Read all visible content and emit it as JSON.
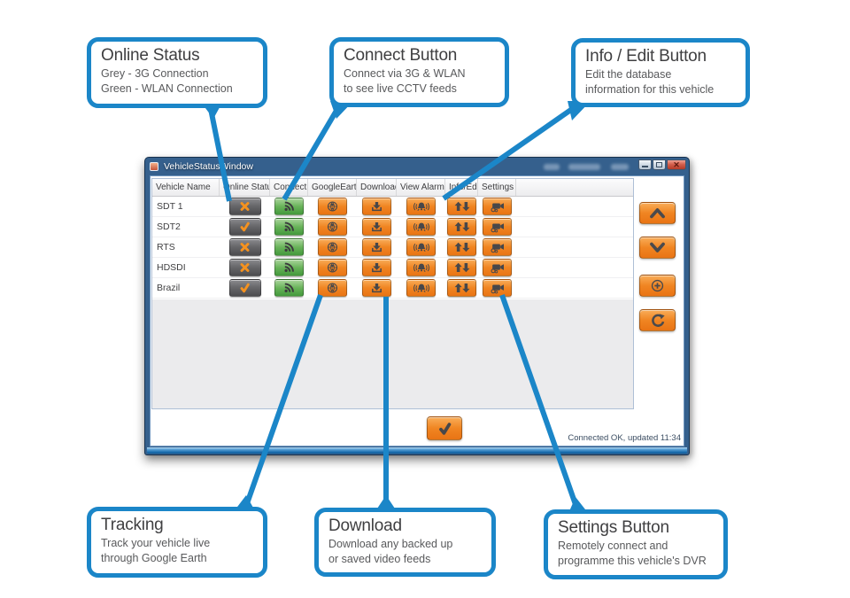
{
  "callouts": {
    "online_status": {
      "title": "Online Status",
      "line1": "Grey - 3G Connection",
      "line2": "Green - WLAN Connection"
    },
    "connect": {
      "title": "Connect Button",
      "line1": "Connect via 3G & WLAN",
      "line2": "to see live CCTV feeds"
    },
    "info_edit": {
      "title": "Info / Edit Button",
      "line1": "Edit the database",
      "line2": "information for this vehicle"
    },
    "tracking": {
      "title": "Tracking",
      "line1": "Track your vehicle live",
      "line2": "through Google Earth"
    },
    "download": {
      "title": "Download",
      "line1": "Download any backed up",
      "line2": "or saved video feeds"
    },
    "settings": {
      "title": "Settings Button",
      "line1": "Remotely connect and",
      "line2": "programme this vehicle's DVR"
    }
  },
  "window": {
    "title": "VehicleStatusWindow",
    "status_bar": "Connected OK, updated 11:34"
  },
  "table": {
    "columns": [
      {
        "label": "Vehicle Name",
        "button": null,
        "icon": null
      },
      {
        "label": "Online Status",
        "button": "online-status-button",
        "icon": "status"
      },
      {
        "label": "Connect",
        "button": "connect-button",
        "icon": "rss-icon"
      },
      {
        "label": "GoogleEarth",
        "button": "google-earth-button",
        "icon": "globe-icon"
      },
      {
        "label": "Download",
        "button": "download-button",
        "icon": "download-icon"
      },
      {
        "label": "View Alarms",
        "button": "view-alarms-button",
        "icon": "alarm-bell-icon"
      },
      {
        "label": "Info/Edit",
        "button": "info-edit-button",
        "icon": "up-down-arrows-icon"
      },
      {
        "label": "Settings",
        "button": "settings-button",
        "icon": "camera-gear-icon"
      }
    ],
    "rows": [
      {
        "name": "SDT 1",
        "online_status": "offline"
      },
      {
        "name": "SDT2",
        "online_status": "online"
      },
      {
        "name": "RTS",
        "online_status": "offline"
      },
      {
        "name": "HDSDI",
        "online_status": "offline"
      },
      {
        "name": "Brazil",
        "online_status": "online"
      }
    ],
    "status_icons": {
      "offline": "x-icon",
      "online": "check-icon"
    }
  },
  "side_buttons": [
    {
      "name": "move-up-button",
      "icon": "chevron-up-icon"
    },
    {
      "name": "move-down-button",
      "icon": "chevron-down-icon"
    },
    {
      "name": "add-vehicle-button",
      "icon": "plus-circle-icon"
    },
    {
      "name": "refresh-button",
      "icon": "refresh-icon"
    }
  ],
  "confirm_button": {
    "name": "confirm-button",
    "icon": "check-icon"
  },
  "colors": {
    "accent_blue": "#1B86C8",
    "button_orange": "#F08522",
    "status_grey": "#626265",
    "wlan_green": "#55A54B",
    "icon_orange": "#F6921E",
    "title_bar_blue": "#2B5480"
  }
}
